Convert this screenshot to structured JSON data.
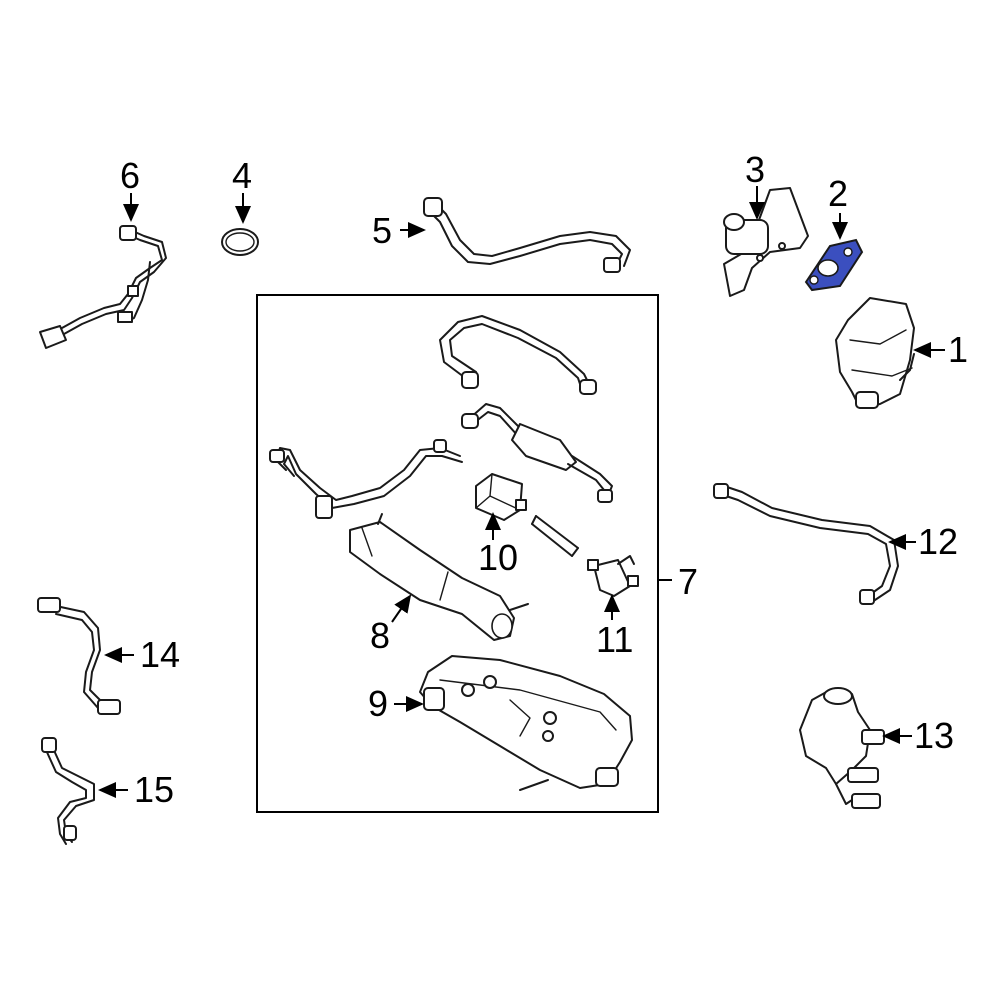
{
  "callouts": {
    "c1": "1",
    "c2": "2",
    "c3": "3",
    "c4": "4",
    "c5": "5",
    "c6": "6",
    "c7": "7",
    "c8": "8",
    "c9": "9",
    "c10": "10",
    "c11": "11",
    "c12": "12",
    "c13": "13",
    "c14": "14",
    "c15": "15"
  },
  "colors": {
    "highlight_part": "#3b4fbf",
    "line": "#1a1a1a",
    "background": "#ffffff"
  }
}
